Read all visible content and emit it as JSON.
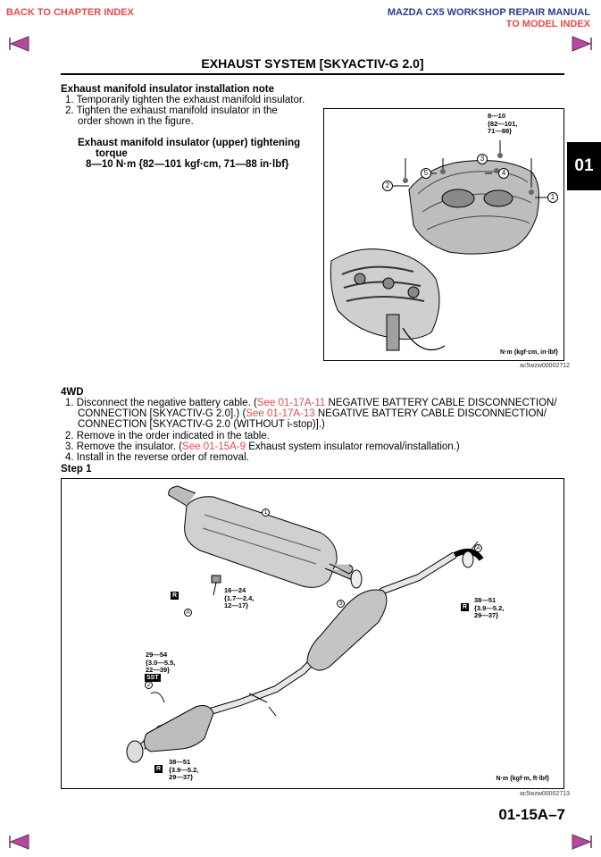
{
  "header": {
    "back_link": "BACK TO CHAPTER INDEX",
    "manual_title": "MAZDA CX5 WORKSHOP REPAIR MANUAL",
    "model_link": "TO MODEL INDEX",
    "arrow_color": "#b24aa0",
    "link_color": "#e8484a",
    "title_color": "#2b3a8e"
  },
  "section_title": "EXHAUST SYSTEM [SKYACTIV-G 2.0]",
  "chapter_tab": "01",
  "note": {
    "heading": "Exhaust manifold insulator installation note",
    "steps": [
      "1. Temporarily tighten the exhaust manifold insulator.",
      "2. Tighten the exhaust manifold insulator in the",
      "order shown in the figure."
    ],
    "torque_heading": "Exhaust manifold insulator (upper) tightening",
    "torque_heading_2": "torque",
    "torque_value": "8—10 N·m {82—101 kgf·cm, 71—88 in·lbf}"
  },
  "figure1": {
    "torque_callout": [
      "8—10",
      "{82—101,",
      "71—88}"
    ],
    "order_numbers": [
      "1",
      "2",
      "3",
      "4",
      "5"
    ],
    "unit_label": "N·m {kgf·cm, in·lbf}",
    "code": "ac5wzw00002712"
  },
  "procedure": {
    "heading": "4WD",
    "step1_prefix": "1. Disconnect the negative battery cable. (",
    "step1_ref1": "See 01-17A-11",
    "step1_text1": " NEGATIVE BATTERY CABLE DISCONNECTION/",
    "step1_line2_a": "CONNECTION [SKYACTIV-G 2.0].) (",
    "step1_ref2": "See 01-17A-13",
    "step1_text2": " NEGATIVE BATTERY CABLE DISCONNECTION/",
    "step1_line3": "CONNECTION [SKYACTIV-G 2.0 (WITHOUT i-stop)].)",
    "step2": "2. Remove in the order indicated in the table.",
    "step3_prefix": "3. Remove the insulator. (",
    "step3_ref": "See 01-15A-9",
    "step3_text": " Exhaust system insulator removal/installation.)",
    "step4": "4. Install in the reverse order of removal.",
    "step_label": "Step 1"
  },
  "figure2": {
    "callout_a1": [
      "16—24",
      "{1.7—2.4,",
      "12—17}"
    ],
    "callout_b": [
      "38—51",
      "{3.9—5.2,",
      "29—37}"
    ],
    "callout_c": [
      "29—54",
      "{3.0—5.5,",
      "22—39}"
    ],
    "callout_d": [
      "38—51",
      "{3.9—5.2,",
      "29—37}"
    ],
    "badge_r": "R",
    "badge_sst": "SST",
    "letter_a": "A",
    "num_1": "1",
    "num_2": "2",
    "num_3": "3",
    "unit_label": "N·m {kgf·m, ft·lbf}",
    "code": "ac5wzw00002713"
  },
  "page_number": "01-15A–7"
}
